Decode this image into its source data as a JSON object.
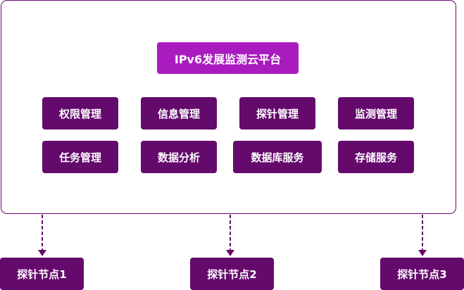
{
  "platform": {
    "title": "IPv6发展监测云平台"
  },
  "modules": [
    {
      "label": "权限管理"
    },
    {
      "label": "信息管理"
    },
    {
      "label": "探针管理"
    },
    {
      "label": "监测管理"
    },
    {
      "label": "任务管理"
    },
    {
      "label": "数据分析"
    },
    {
      "label": "数据库服务"
    },
    {
      "label": "存储服务"
    }
  ],
  "probe_nodes": [
    {
      "label": "探针节点1"
    },
    {
      "label": "探针节点2"
    },
    {
      "label": "探针节点3"
    }
  ],
  "colors": {
    "title_bg": "#a91bbf",
    "module_bg": "#650a6d",
    "border": "#650a6d",
    "text": "#ffffff"
  }
}
